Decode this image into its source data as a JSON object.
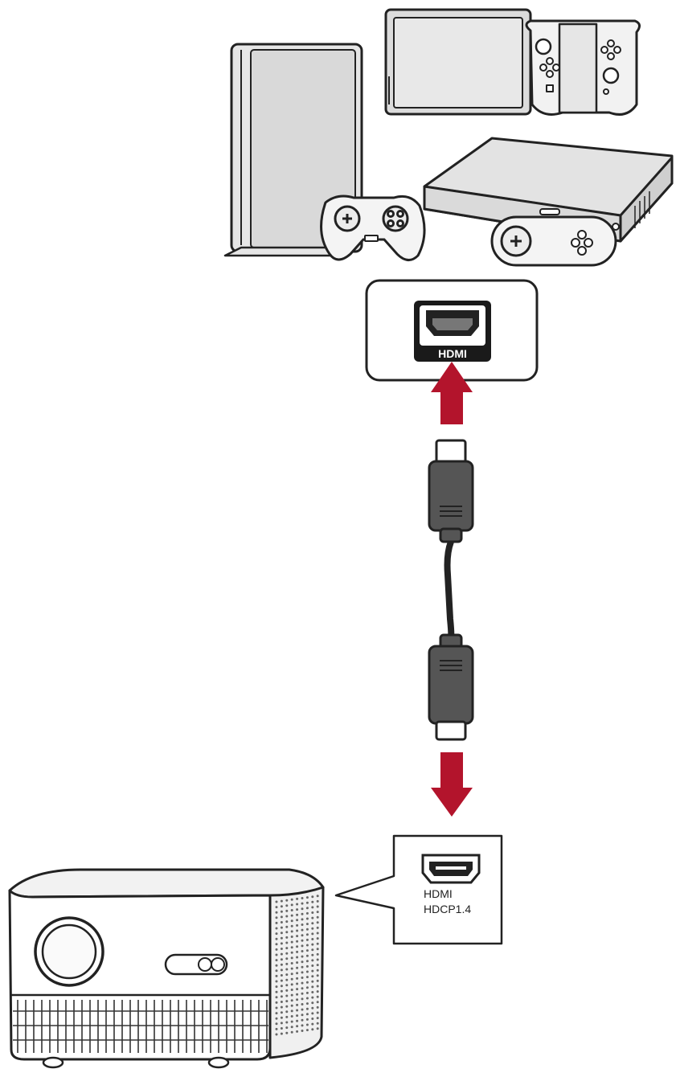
{
  "devices": {
    "console_tower": {
      "icon": "game-console-tower-icon"
    },
    "console_handheld": {
      "icon": "handheld-console-dock-icon"
    },
    "console_flat": {
      "icon": "game-console-flat-icon"
    },
    "gamepads": {
      "icon": "gamepad-icon"
    }
  },
  "source_port": {
    "label": "HDMI",
    "icon": "hdmi-port-icon"
  },
  "cable": {
    "icon": "hdmi-cable-icon"
  },
  "arrows": {
    "color": "#b3142c"
  },
  "projector_port": {
    "label_line1": "HDMI",
    "label_line2": "HDCP1.4",
    "icon": "hdmi-port-icon"
  },
  "projector": {
    "icon": "projector-icon"
  }
}
